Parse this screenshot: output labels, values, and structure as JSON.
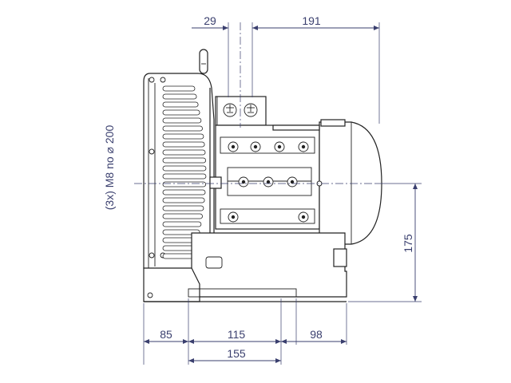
{
  "dimensions": {
    "top_left": "29",
    "top_right": "191",
    "bottom_left": "85",
    "bottom_middle": "115",
    "bottom_right": "98",
    "bottom_overall": "155",
    "right_height": "175",
    "left_note": "(3x) M8 no ⌀ 200"
  }
}
